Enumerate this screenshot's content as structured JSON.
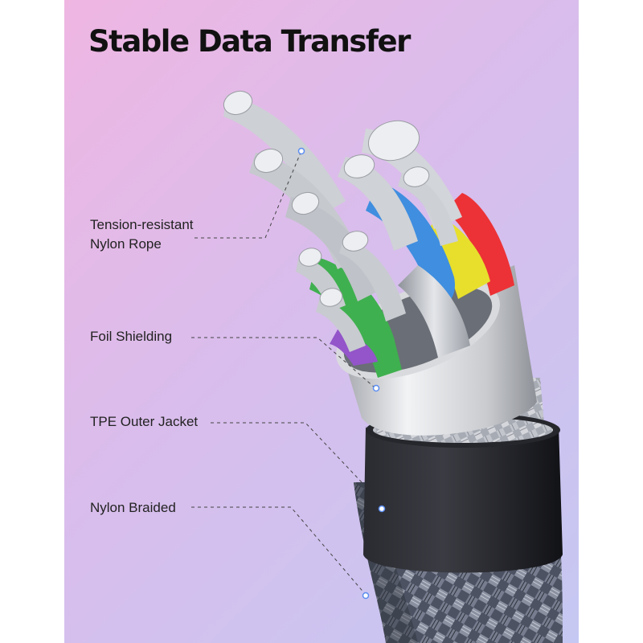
{
  "title": "Stable Data Transfer",
  "labels": {
    "rope_line1": "Tension-resistant",
    "rope_line2": "Nylon Rope",
    "foil": "Foil Shielding",
    "jacket": "TPE Outer Jacket",
    "braid": "Nylon Braided"
  },
  "colors": {
    "wire_red": "#ec3236",
    "wire_yellow": "#e7df2c",
    "wire_blue": "#3f8ee0",
    "wire_green": "#3fb04f",
    "wire_purple": "#9355c9",
    "foil_silver": "#c8c9cc",
    "jacket_black": "#1c1d22",
    "braid_gray": "#5a6070"
  }
}
